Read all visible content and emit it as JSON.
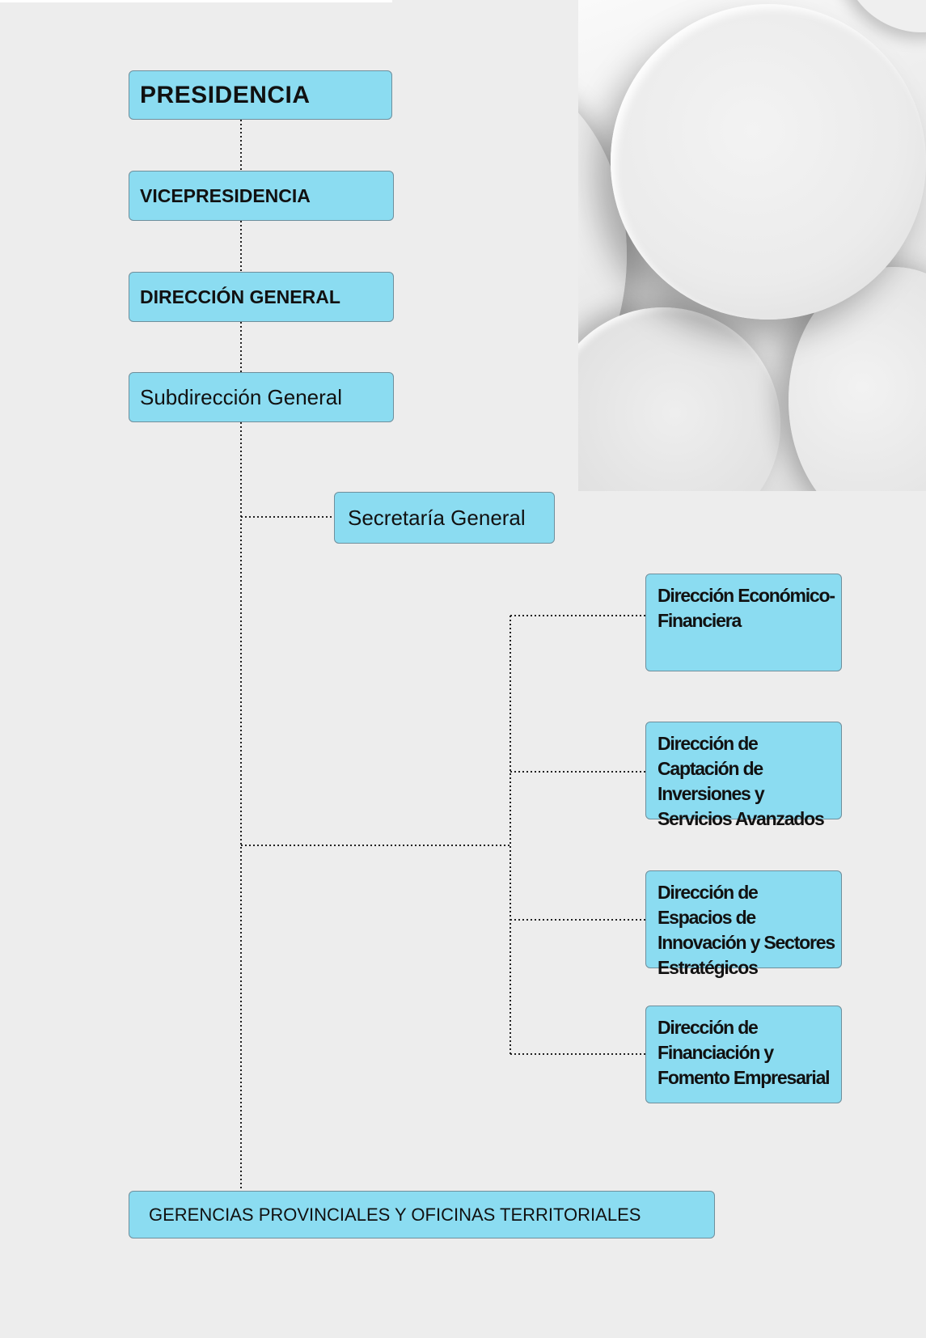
{
  "org_chart": {
    "presidencia": "PRESIDENCIA",
    "vicepresidencia": "VICEPRESIDENCIA",
    "direccion_general": "DIRECCIÓN GENERAL",
    "subdireccion_general": "Subdirección General",
    "secretaria_general": "Secretaría General",
    "direcciones": [
      "Dirección Económico- Financiera",
      "Dirección de Captación de Inversiones y Servicios Avanzados",
      "Dirección de Espacios de Innovación y Sectores Estratégicos",
      "Dirección de Financiación y Fomento Empresarial"
    ],
    "gerencias": "GERENCIAS PROVINCIALES Y OFICINAS TERRITORIALES"
  },
  "colors": {
    "box_fill": "#8bdcf1",
    "box_border": "#6f8f9c",
    "connector": "#222222",
    "background": "#ededed"
  }
}
